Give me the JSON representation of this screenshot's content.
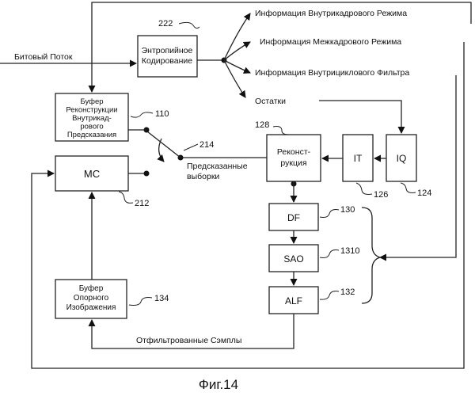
{
  "figure": {
    "caption": "Фиг.14"
  },
  "inputs": {
    "bitstream": "Битовый Поток"
  },
  "entropy": {
    "label_lines": [
      "Энтропийное",
      "Кодирование"
    ],
    "ref": "222"
  },
  "outputs": [
    "Информация Внутрикадрового Режима",
    "Информация Межкадрового Режима",
    "Информация Внутрициклового Фильтра",
    "Остатки"
  ],
  "intra_buffer": {
    "label_lines": [
      "Буфер",
      "Реконструкции",
      "Внутрикад-",
      "рового",
      "Предсказания"
    ],
    "ref": "110"
  },
  "mc": {
    "label": "MC",
    "ref": "212"
  },
  "switch": {
    "ref": "214",
    "label_lines": [
      "Предсказанные",
      "выборки"
    ]
  },
  "recon": {
    "label_lines": [
      "Реконст-",
      "рукция"
    ],
    "ref": "128"
  },
  "it": {
    "label": "IT",
    "ref": "126"
  },
  "iq": {
    "label": "IQ",
    "ref": "124"
  },
  "df": {
    "label": "DF",
    "ref": "130"
  },
  "sao": {
    "label": "SAO",
    "ref": "1310"
  },
  "alf": {
    "label": "ALF",
    "ref": "132"
  },
  "ref_buffer": {
    "label_lines": [
      "Буфер",
      "Опорного",
      "Изображения"
    ],
    "ref": "134"
  },
  "filtered": {
    "label": "Отфильтрованные Сэмплы"
  }
}
